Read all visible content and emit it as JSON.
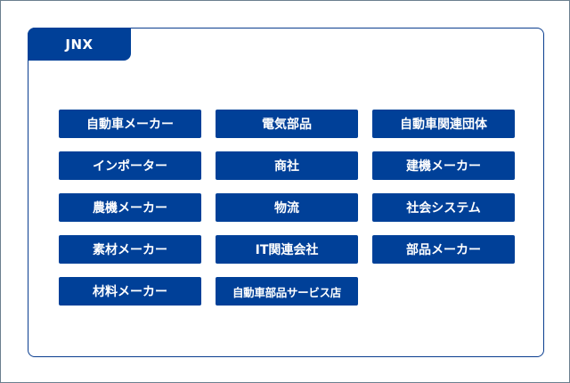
{
  "panel": {
    "tab_label": "JNX",
    "colors": {
      "primary": "#004098",
      "frame_border": "#6b7f8e",
      "text_on_primary": "#ffffff"
    },
    "categories": [
      {
        "label": "自動車メーカー"
      },
      {
        "label": "電気部品"
      },
      {
        "label": "自動車関連団体"
      },
      {
        "label": "インポーター"
      },
      {
        "label": "商社"
      },
      {
        "label": "建機メーカー"
      },
      {
        "label": "農機メーカー"
      },
      {
        "label": "物流"
      },
      {
        "label": "社会システム"
      },
      {
        "label": "素材メーカー"
      },
      {
        "label": "IT関連会社"
      },
      {
        "label": "部品メーカー"
      },
      {
        "label": "材料メーカー"
      },
      {
        "label": "自動車部品サービス店"
      }
    ]
  }
}
